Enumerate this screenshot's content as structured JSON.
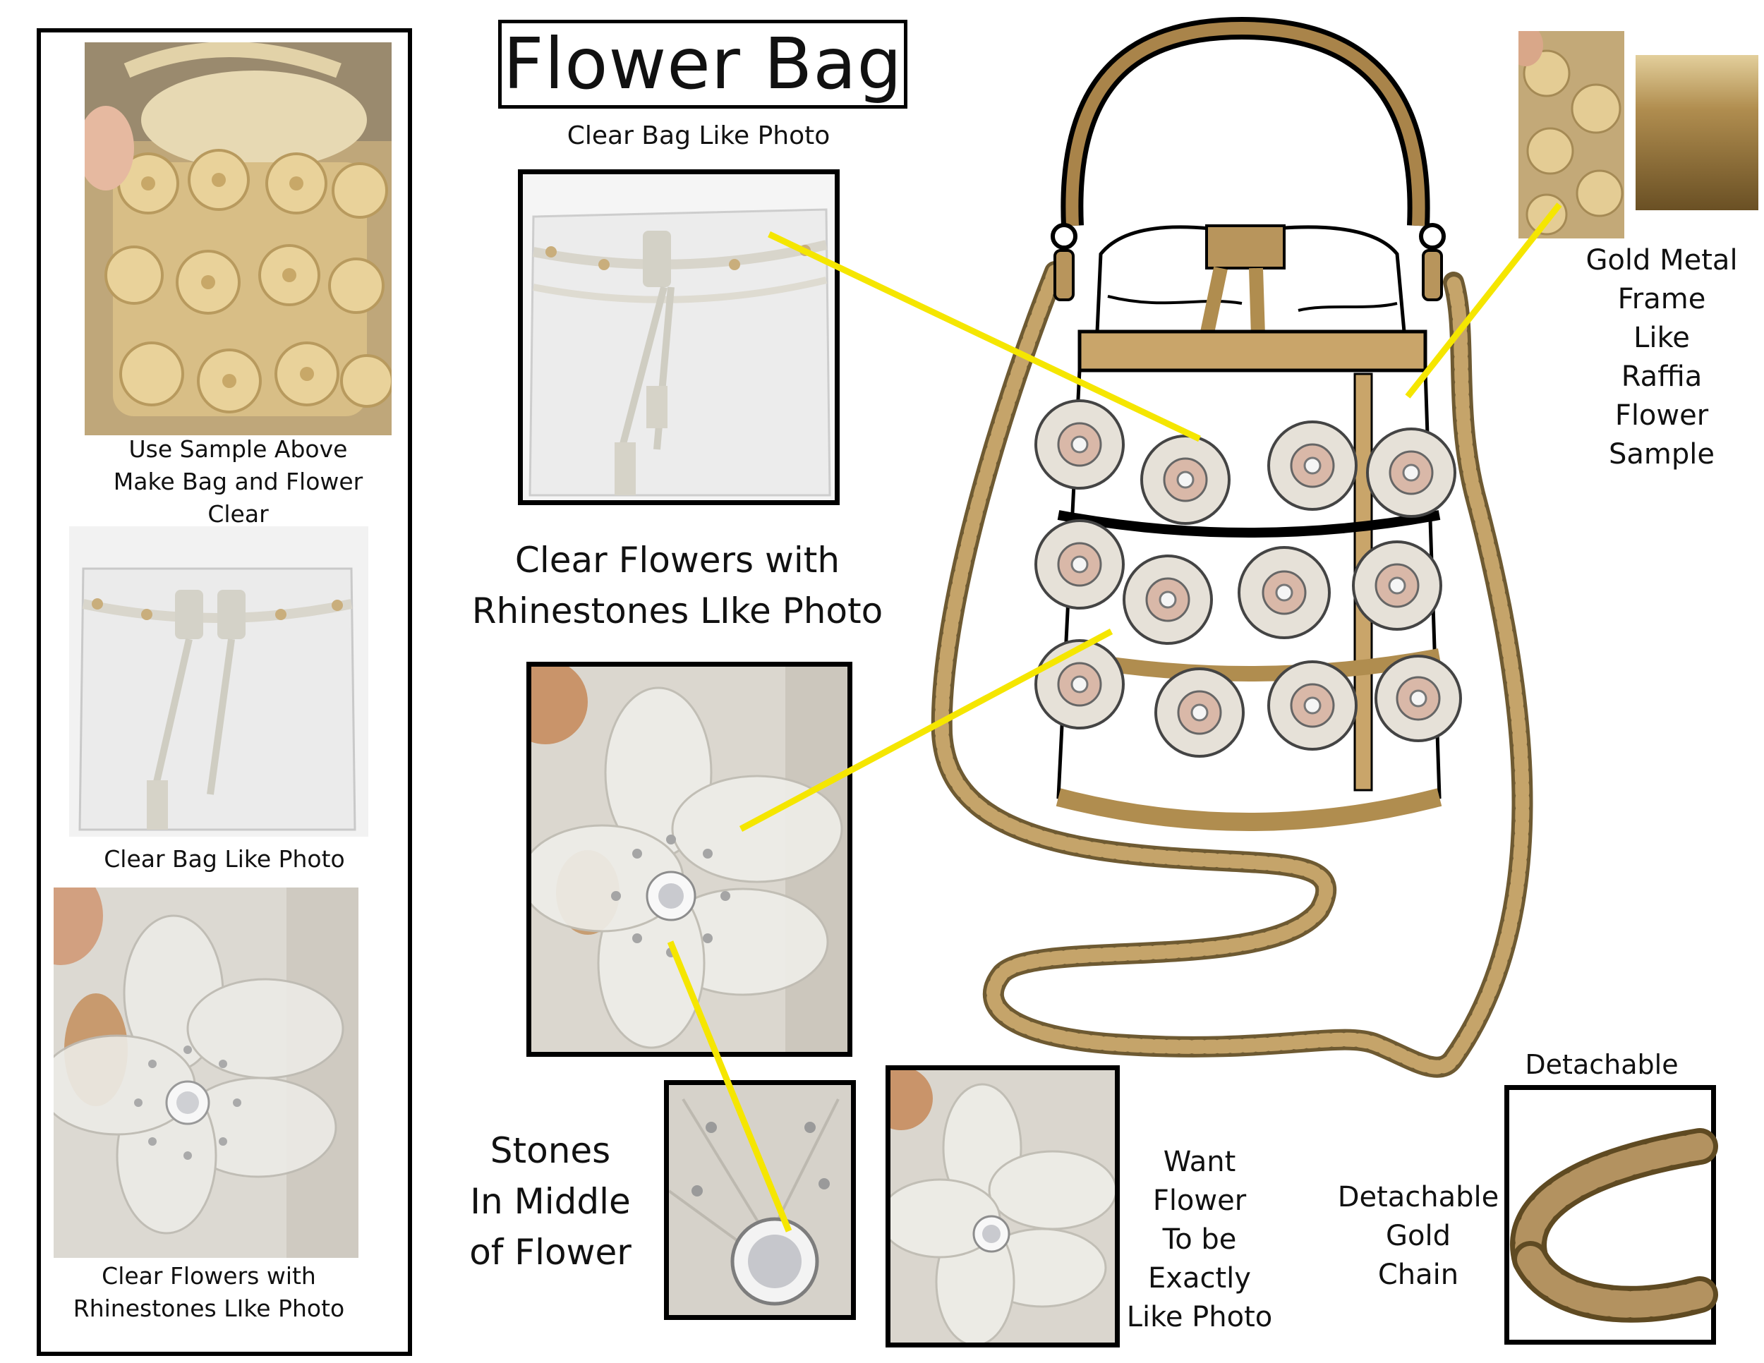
{
  "title": "Flower Bag",
  "left_panel": {
    "caption_sample": [
      "Use Sample Above",
      "Make Bag and Flower",
      "Clear"
    ],
    "caption_clear_bag": "Clear Bag Like Photo",
    "caption_clear_flowers": [
      "Clear Flowers with",
      "Rhinestones LIke Photo"
    ]
  },
  "center": {
    "caption_clear_bag": "Clear Bag Like Photo",
    "caption_clear_flowers": [
      "Clear Flowers with",
      "Rhinestones LIke Photo"
    ],
    "caption_stones": [
      "Stones",
      "In Middle",
      "of Flower"
    ],
    "caption_want": [
      "Want",
      "Flower",
      "To be",
      "Exactly",
      "Like Photo"
    ]
  },
  "right": {
    "caption_gold": [
      "Gold Metal",
      "Frame",
      "Like",
      "Raffia",
      "Flower",
      "Sample"
    ],
    "caption_detachable_top": "Detachable",
    "caption_detachable_chain": [
      "Detachable",
      "Gold",
      "Chain"
    ]
  },
  "colors": {
    "callout_line": "#f5e600",
    "gold": "#b08d4f",
    "frame_border": "#000000"
  }
}
